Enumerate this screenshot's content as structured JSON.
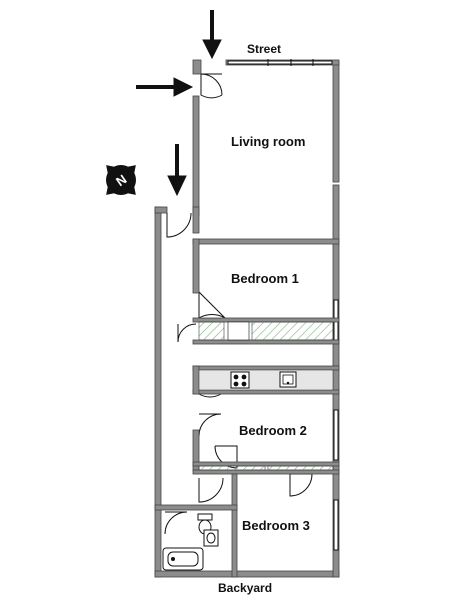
{
  "labels": {
    "street": "Street",
    "backyard": "Backyard",
    "living_room": "Living room",
    "bedroom_1": "Bedroom 1",
    "bedroom_2": "Bedroom 2",
    "bedroom_3": "Bedroom 3",
    "compass": "N"
  },
  "arrows": [
    "arrow-down-icon",
    "arrow-right-icon",
    "arrow-down-icon"
  ],
  "colors": {
    "wall": "#8c8c8c",
    "wall_outline": "#444444",
    "hatch": "#7ab07a",
    "line": "#111111",
    "counter": "#e6e6e6"
  }
}
